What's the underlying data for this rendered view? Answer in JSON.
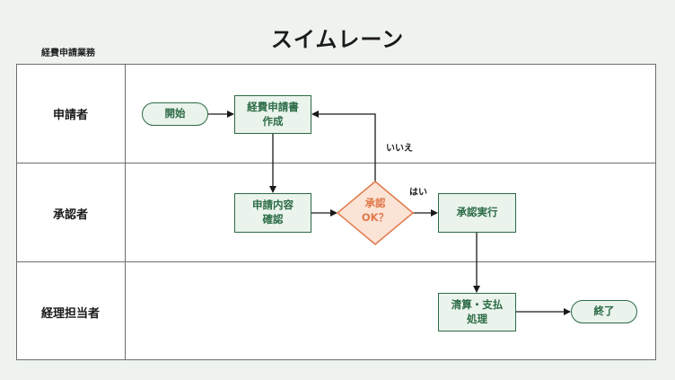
{
  "title": "スイムレーン",
  "subtitle": "経費申請業務",
  "lanes": [
    {
      "label": "申請者"
    },
    {
      "label": "承認者"
    },
    {
      "label": "経理担当者"
    }
  ],
  "nodes": {
    "start": {
      "label": "開始",
      "type": "terminal",
      "lane": "申請者"
    },
    "create": {
      "label_line1": "経費申請書",
      "label_line2": "作成",
      "type": "process",
      "lane": "申請者"
    },
    "review": {
      "label_line1": "申請内容",
      "label_line2": "確認",
      "type": "process",
      "lane": "承認者"
    },
    "decision": {
      "label_line1": "承認",
      "label_line2": "OK？",
      "type": "decision",
      "lane": "承認者"
    },
    "execute": {
      "label": "承認実行",
      "type": "process",
      "lane": "承認者"
    },
    "settle": {
      "label_line1": "清算・支払",
      "label_line2": "処理",
      "type": "process",
      "lane": "経理担当者"
    },
    "end": {
      "label": "終了",
      "type": "terminal",
      "lane": "経理担当者"
    }
  },
  "edges": [
    {
      "from": "start",
      "to": "create",
      "label": ""
    },
    {
      "from": "create",
      "to": "review",
      "label": ""
    },
    {
      "from": "review",
      "to": "decision",
      "label": ""
    },
    {
      "from": "decision",
      "to": "execute",
      "label": "はい"
    },
    {
      "from": "decision",
      "to": "create",
      "label": "いいえ"
    },
    {
      "from": "execute",
      "to": "settle",
      "label": ""
    },
    {
      "from": "settle",
      "to": "end",
      "label": ""
    }
  ],
  "edge_labels": {
    "yes": "はい",
    "no": "いいえ"
  },
  "colors": {
    "background": "#eef3ef",
    "process_fill": "#eaf3ec",
    "process_stroke": "#2c6b45",
    "decision_fill": "#fbe3d6",
    "decision_stroke": "#e0794a",
    "decision_text": "#e0794a",
    "lane_border": "#6e6e6e"
  }
}
